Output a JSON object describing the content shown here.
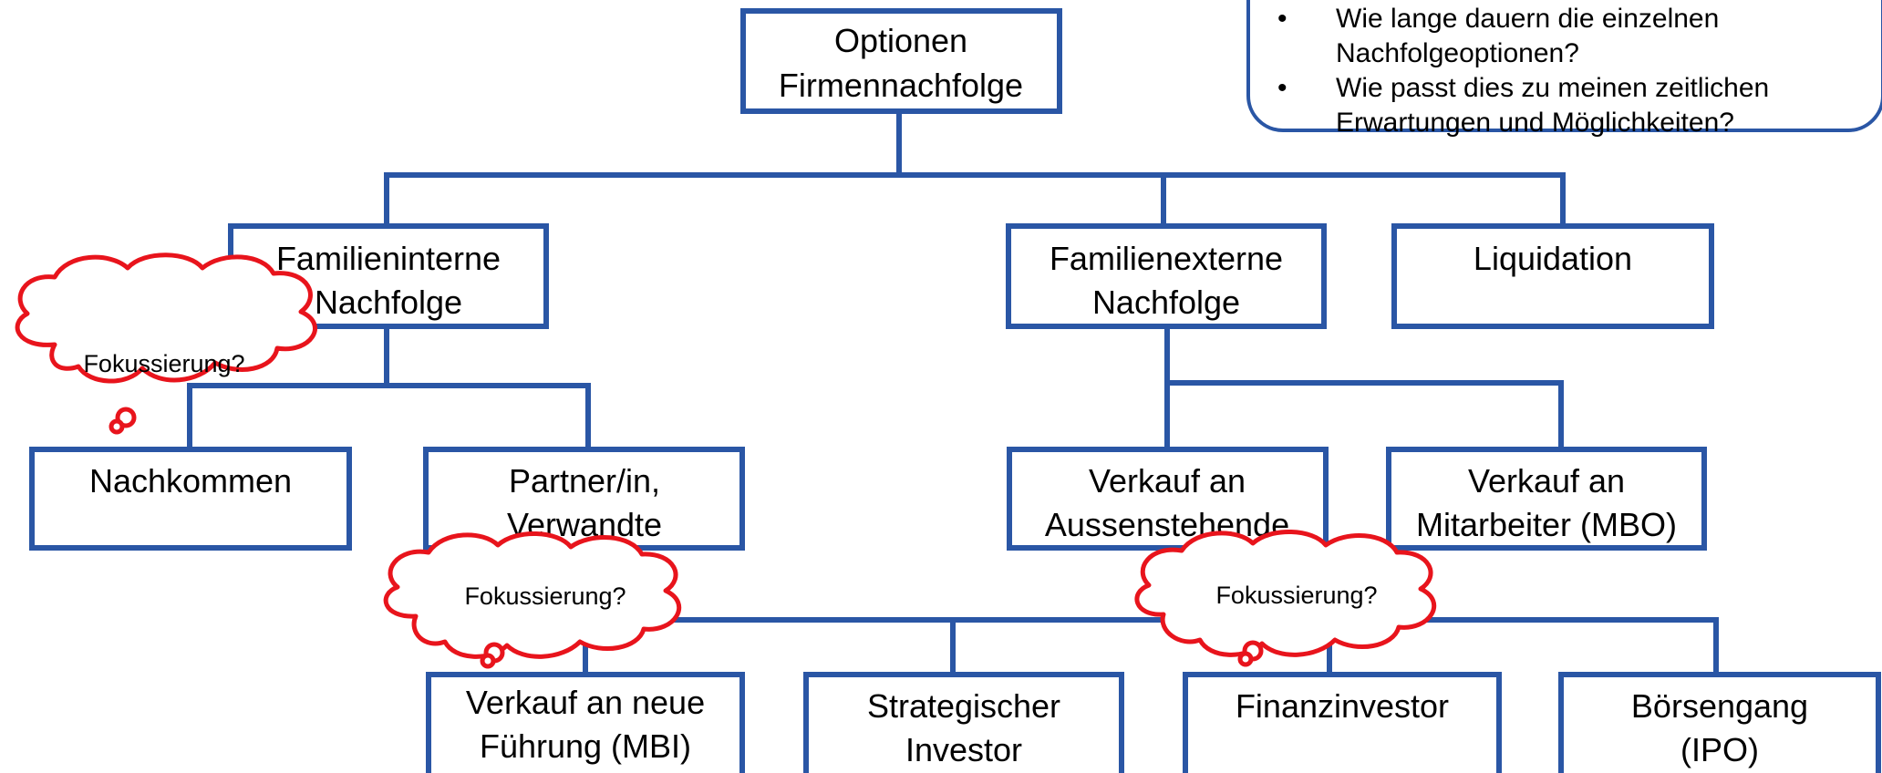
{
  "infobox": {
    "bullet_symbol": "•",
    "items": [
      "Wie lange dauern die einzelnen Nachfolgeoptionen?",
      "Wie passt dies zu meinen zeitlichen Erwartungen und Möglichkeiten?"
    ]
  },
  "nodes": {
    "root": {
      "lines": [
        "Optionen",
        "Firmennachfolge"
      ]
    },
    "family_internal": {
      "lines": [
        "Familieninterne",
        "Nachfolge"
      ]
    },
    "family_external": {
      "lines": [
        "Familienexterne",
        "Nachfolge"
      ]
    },
    "liquidation": {
      "lines": [
        "Liquidation"
      ]
    },
    "descendants": {
      "lines": [
        "Nachkommen"
      ]
    },
    "partner": {
      "lines": [
        "Partner/in,",
        "Verwandte"
      ]
    },
    "sale_outsiders": {
      "lines": [
        "Verkauf an",
        "Aussenstehende"
      ]
    },
    "sale_employees": {
      "lines": [
        "Verkauf an",
        "Mitarbeiter (MBO)"
      ]
    },
    "sale_new_management": {
      "lines": [
        "Verkauf an neue",
        "Führung (MBI)"
      ]
    },
    "strategic_investor": {
      "lines": [
        "Strategischer",
        "Investor"
      ]
    },
    "financial_investor": {
      "lines": [
        "Finanzinvestor"
      ]
    },
    "ipo": {
      "lines": [
        "Börsengang",
        "(IPO)"
      ]
    }
  },
  "thought_bubbles": {
    "internal": "Fokussierung?",
    "partner": "Fokussierung?",
    "external": "Fokussierung?"
  },
  "colors": {
    "box_stroke": "#2a56a5",
    "bubble_stroke": "#e8141c",
    "text": "#000000"
  }
}
